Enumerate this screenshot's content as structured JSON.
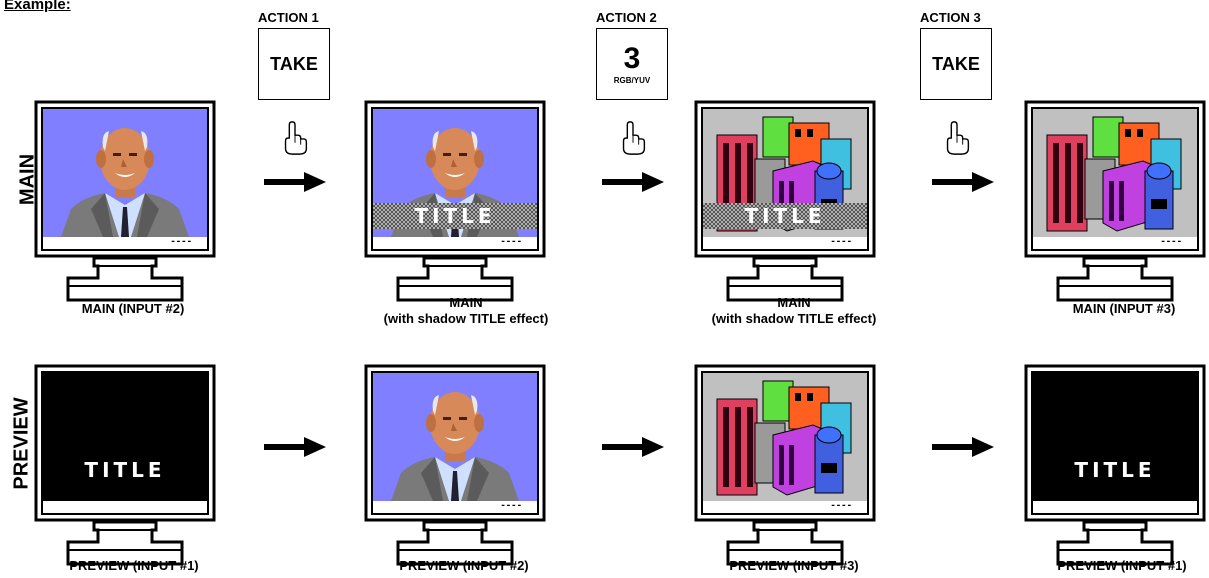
{
  "heading": "Example:",
  "row_labels": {
    "main": "MAIN",
    "preview": "PREVIEW"
  },
  "actions": [
    {
      "title": "ACTION 1",
      "key": "TAKE",
      "sub": ""
    },
    {
      "title": "ACTION 2",
      "key": "3",
      "sub": "RGB/YUV"
    },
    {
      "title": "ACTION 3",
      "key": "TAKE",
      "sub": ""
    }
  ],
  "screen_text": "TITLE",
  "screen_dots": "----",
  "main_row": [
    {
      "content": "person",
      "title_overlay": false,
      "caption_l1": "MAIN (INPUT #2)",
      "caption_l2": ""
    },
    {
      "content": "person",
      "title_overlay": true,
      "caption_l1": "MAIN",
      "caption_l2": "(with shadow TITLE effect)"
    },
    {
      "content": "buildings",
      "title_overlay": true,
      "caption_l1": "MAIN",
      "caption_l2": "(with shadow TITLE effect)"
    },
    {
      "content": "buildings",
      "title_overlay": false,
      "caption_l1": "MAIN (INPUT #3)",
      "caption_l2": ""
    }
  ],
  "preview_row": [
    {
      "content": "title-black",
      "caption_l1": "PREVIEW (INPUT #1)"
    },
    {
      "content": "person",
      "caption_l1": "PREVIEW (INPUT #2)"
    },
    {
      "content": "buildings",
      "caption_l1": "PREVIEW (INPUT #3)"
    },
    {
      "content": "title-black",
      "caption_l1": "PREVIEW (INPUT #1)"
    }
  ],
  "colors": {
    "person_bg": "#7f7fff",
    "buildings_bg": "#c0c0c0",
    "black": "#000000"
  }
}
